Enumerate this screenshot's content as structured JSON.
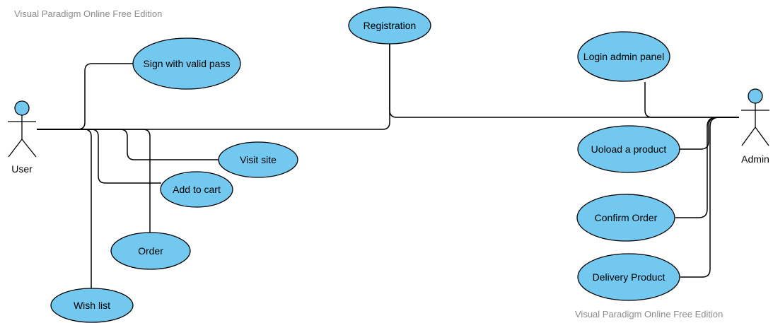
{
  "watermark": {
    "top": "Visual Paradigm Online Free Edition",
    "bottom": "Visual Paradigm Online Free Edition"
  },
  "actors": {
    "user": "User",
    "admin": "Admin"
  },
  "use_cases": {
    "registration": "Registration",
    "sign_in": "Sign with valid pass",
    "visit_site": "Visit site",
    "add_to_cart": "Add to cart",
    "order": "Order",
    "wish_list": "Wish list",
    "login_admin": "Login admin panel",
    "upload_product": "Uoload a product",
    "confirm_order": "Confirm Order",
    "delivery_product": "Delivery Product"
  },
  "colors": {
    "use_case_fill": "#73c8ef",
    "actor_head_fill": "#73c8ef",
    "line": "#000000"
  }
}
